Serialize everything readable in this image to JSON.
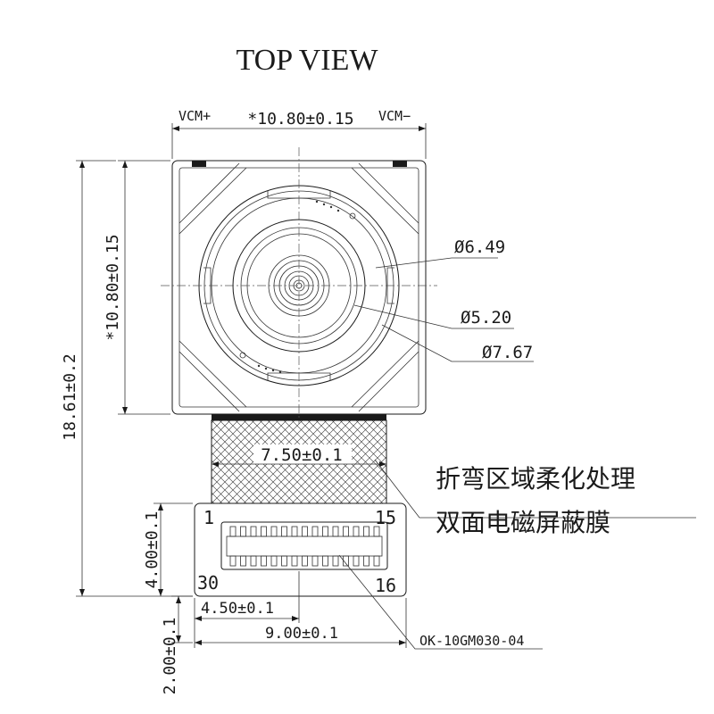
{
  "title": "TOP VIEW",
  "vcm_plus": "VCM+",
  "vcm_minus": "VCM−",
  "dims": {
    "module_width": "*10.80±0.15",
    "module_height": "*10.80±0.15",
    "total_length": "18.61±0.2",
    "fpc_width": "7.50±0.1",
    "connector_height": "4.00±0.1",
    "connector_offset": "4.50±0.1",
    "board_width": "9.00±0.1",
    "board_tail": "2.00±0.1"
  },
  "diameters": {
    "d1": "Ø6.49",
    "d2": "Ø5.20",
    "d3": "Ø7.67"
  },
  "note_line1": "折弯区域柔化处理",
  "note_line2": "双面电磁屏蔽膜",
  "pins": {
    "p1": "1",
    "p15": "15",
    "p30": "30",
    "p16": "16"
  },
  "connector_part": "OK-10GM030-04"
}
